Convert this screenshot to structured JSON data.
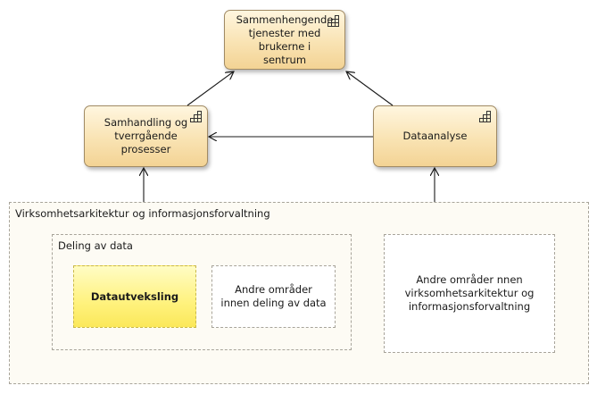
{
  "capabilities": {
    "sentrum": "Sammenhengende tjenester med brukerne i sentrum",
    "samhandling": "Samhandling og tverrgående prosesser",
    "dataanalyse": "Dataanalyse"
  },
  "groups": {
    "outer": "Virksomhetsarkitektur og informasjonsforvaltning",
    "deling": "Deling av data"
  },
  "items": {
    "datautveksling": "Datautveksling",
    "andre_deling": "Andre områder innen deling av data",
    "andre_virksomhet": "Andre områder nnen virksomhetsarkitektur og informasjonsforvaltning"
  },
  "icon": "capability-icon",
  "colors": {
    "capability_fill": "#f9e3b3",
    "highlight_fill": "#fff27e",
    "connector": "#1a1a1a",
    "group_border": "#a8a49a"
  }
}
